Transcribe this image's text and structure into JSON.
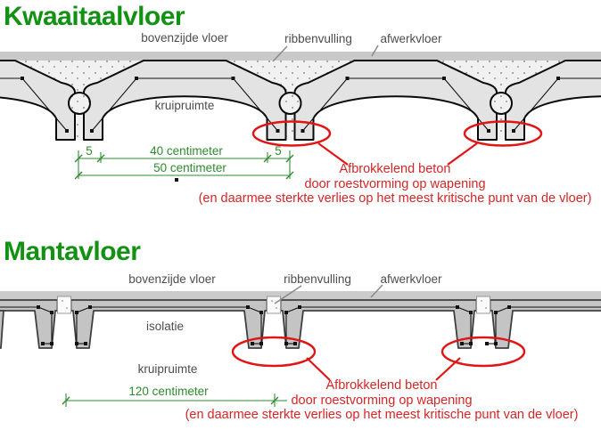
{
  "colors": {
    "heading_green": "#129212",
    "dimension_green": "#2e8b2e",
    "annotation_red": "#d32626",
    "highlight_red": "#e01515",
    "label_gray": "#4d4d4d"
  },
  "kwaaitaal": {
    "title": "Kwaaitaalvloer",
    "labels": {
      "bovenzijde_vloer": "bovenzijde vloer",
      "ribbenvulling": "ribbenvulling",
      "afwerkvloer": "afwerkvloer",
      "kruipruimte": "kruipruimte"
    },
    "dims": {
      "left_5": "5",
      "span_40": "40 centimeter",
      "right_5": "5",
      "total_50": "50 centimeter"
    },
    "annotation": {
      "line1": "Afbrokkelend beton",
      "line2": "door roestvorming op wapening",
      "line3": "(en daarmee sterkte verlies op het meest kritische punt van de vloer)"
    }
  },
  "manta": {
    "title": "Mantavloer",
    "labels": {
      "bovenzijde_vloer": "bovenzijde vloer",
      "ribbenvulling": "ribbenvulling",
      "afwerkvloer": "afwerkvloer",
      "isolatie": "isolatie",
      "kruipruimte": "kruipruimte"
    },
    "dims": {
      "total_120": "120 centimeter"
    },
    "annotation": {
      "line1": "Afbrokkelend beton",
      "line2": "door roestvorming op wapening",
      "line3": "(en daarmee sterkte verlies op het meest kritische punt van de vloer)"
    }
  }
}
